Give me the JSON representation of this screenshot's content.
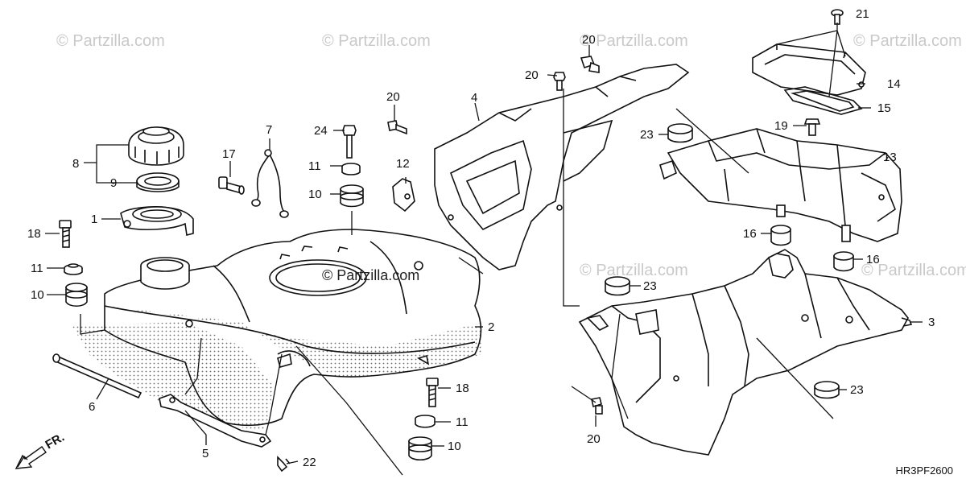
{
  "watermark": "© Partzilla.com",
  "center_watermark": "© Partzilla.com",
  "direction_label": "FR.",
  "diagram_code": "HR3PF2600",
  "part_numbers": {
    "p1": "1",
    "p2": "2",
    "p3": "3",
    "p4": "4",
    "p5": "5",
    "p6": "6",
    "p7": "7",
    "p8": "8",
    "p9": "9",
    "p10": "10",
    "p11": "11",
    "p12": "12",
    "p13": "13",
    "p14": "14",
    "p15": "15",
    "p16": "16",
    "p17": "17",
    "p18": "18",
    "p19": "19",
    "p20": "20",
    "p21": "21",
    "p22": "22",
    "p23": "23",
    "p24": "24"
  }
}
